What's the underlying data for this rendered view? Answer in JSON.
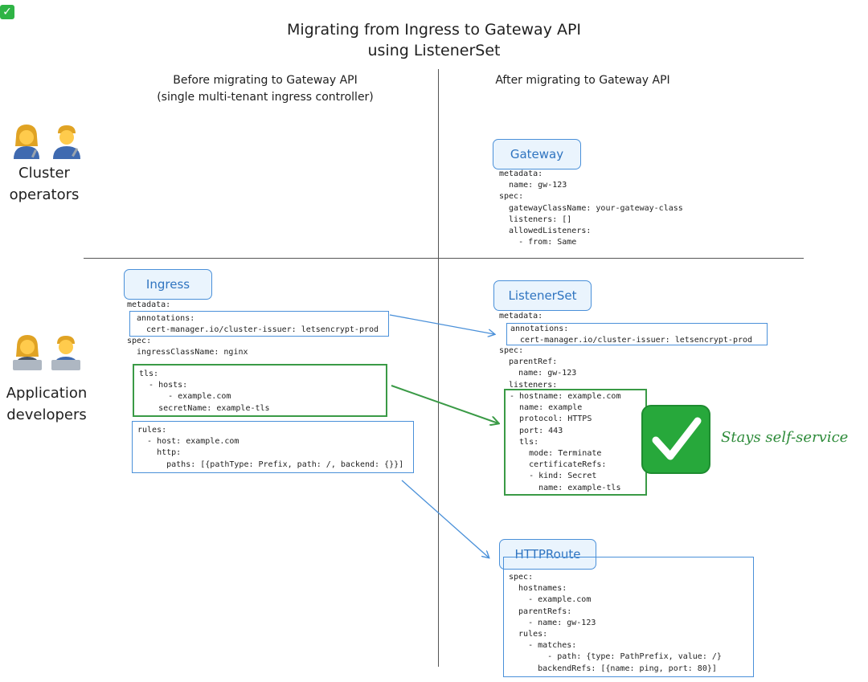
{
  "title": {
    "line1": "Migrating from Ingress to Gateway API",
    "line2": "using ListenerSet"
  },
  "columns": {
    "before_line1": "Before migrating to Gateway API",
    "before_line2": "(single multi-tenant ingress controller)",
    "after": "After migrating to Gateway API"
  },
  "roles": {
    "operators_line1": "Cluster",
    "operators_line2": "operators",
    "developers_line1": "Application",
    "developers_line2": "developers"
  },
  "resources": {
    "gateway": "Gateway",
    "ingress": "Ingress",
    "listenerset": "ListenerSet",
    "httproute": "HTTPRoute"
  },
  "yaml": {
    "gateway": "metadata:\n  name: gw-123\nspec:\n  gatewayClassName: your-gateway-class\n  listeners: []\n  allowedListeners:\n    - from: Same",
    "ingress_meta": "metadata:",
    "ingress_annotations": "annotations:\n  cert-manager.io/cluster-issuer: letsencrypt-prod",
    "ingress_spec": "spec:\n  ingressClassName: nginx",
    "ingress_tls": "tls:\n  - hosts:\n      - example.com\n    secretName: example-tls",
    "ingress_rules": "rules:\n  - host: example.com\n    http:\n      paths: [{pathType: Prefix, path: /, backend: {}}]",
    "ls_meta": "metadata:",
    "ls_annotations": "annotations:\n  cert-manager.io/cluster-issuer: letsencrypt-prod",
    "ls_spec": "spec:\n  parentRef:\n    name: gw-123\n  listeners:",
    "ls_listener": "- hostname: example.com\n  name: example\n  protocol: HTTPS\n  port: 443\n  tls:\n    mode: Terminate\n    certificateRefs:\n    - kind: Secret\n      name: example-tls",
    "httproute": "spec:\n  hostnames:\n    - example.com\n  parentRefs:\n    - name: gw-123\n  rules:\n    - matches:\n        - path: {type: PathPrefix, value: /}\n      backendRefs: [{name: ping, port: 80}]"
  },
  "annotation": "Stays self-service",
  "colors": {
    "blue": "#4a90d9",
    "green": "#3a9a46",
    "divider": "#555555"
  }
}
